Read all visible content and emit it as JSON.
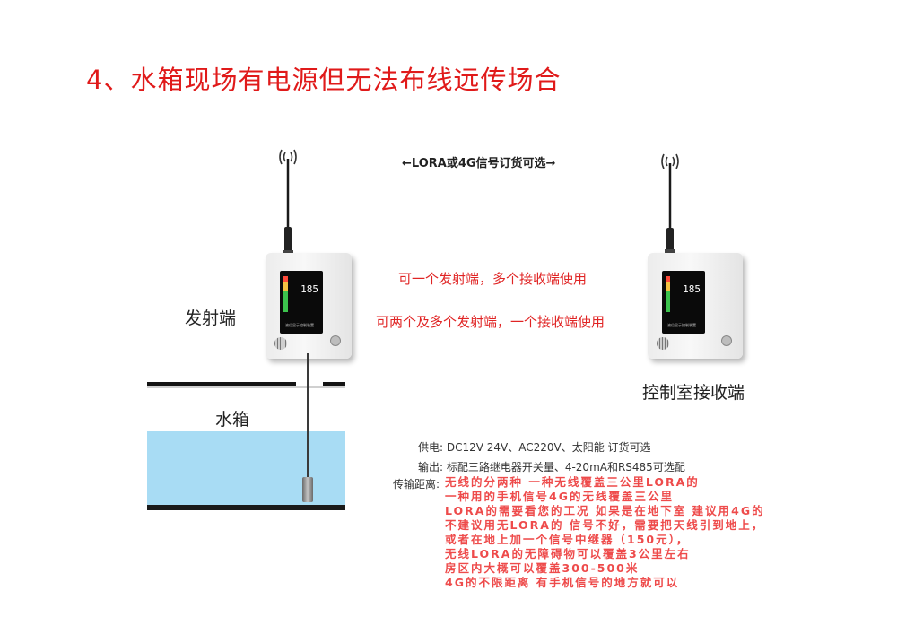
{
  "title": "4、水箱现场有电源但无法布线远传场合",
  "signal_options": "←LORA或4G信号订货可选→",
  "notes": [
    "可一个发射端，多个接收端使用",
    "可两个及多个发射端，一个接收端使用"
  ],
  "labels": {
    "transmitter": "发射端",
    "receiver": "控制室接收端",
    "tank": "水箱"
  },
  "device": {
    "display_value": "185",
    "panel_text": "液位显示控制装置"
  },
  "specs": [
    {
      "key": "供电:",
      "value": "DC12V 24V、AC220V、太阳能 订货可选"
    },
    {
      "key": "输出:",
      "value": "标配三路继电器开关量、4-20mA和RS485可选配"
    }
  ],
  "distance": {
    "key": "传输距离:",
    "lines": [
      "无线的分两种 一种无线覆盖三公里LORA的",
      "  一种用的手机信号4G的无线覆盖三公里",
      " LORA的需要看您的工况 如果是在地下室 建议用4G的",
      "不建议用无LORA的 信号不好，需要把天线引到地上，",
      "或者在地上加一个信号中继器（150元），",
      "无线LORA的无障碍物可以覆盖3公里左右",
      "房区内大概可以覆盖300-500米",
      "  4G的不限距离 有手机信号的地方就可以"
    ]
  },
  "colors": {
    "title": "#e01a1a",
    "notes": "#e02424",
    "distance": "#ee4b4b",
    "water": "#a8dcf4"
  }
}
